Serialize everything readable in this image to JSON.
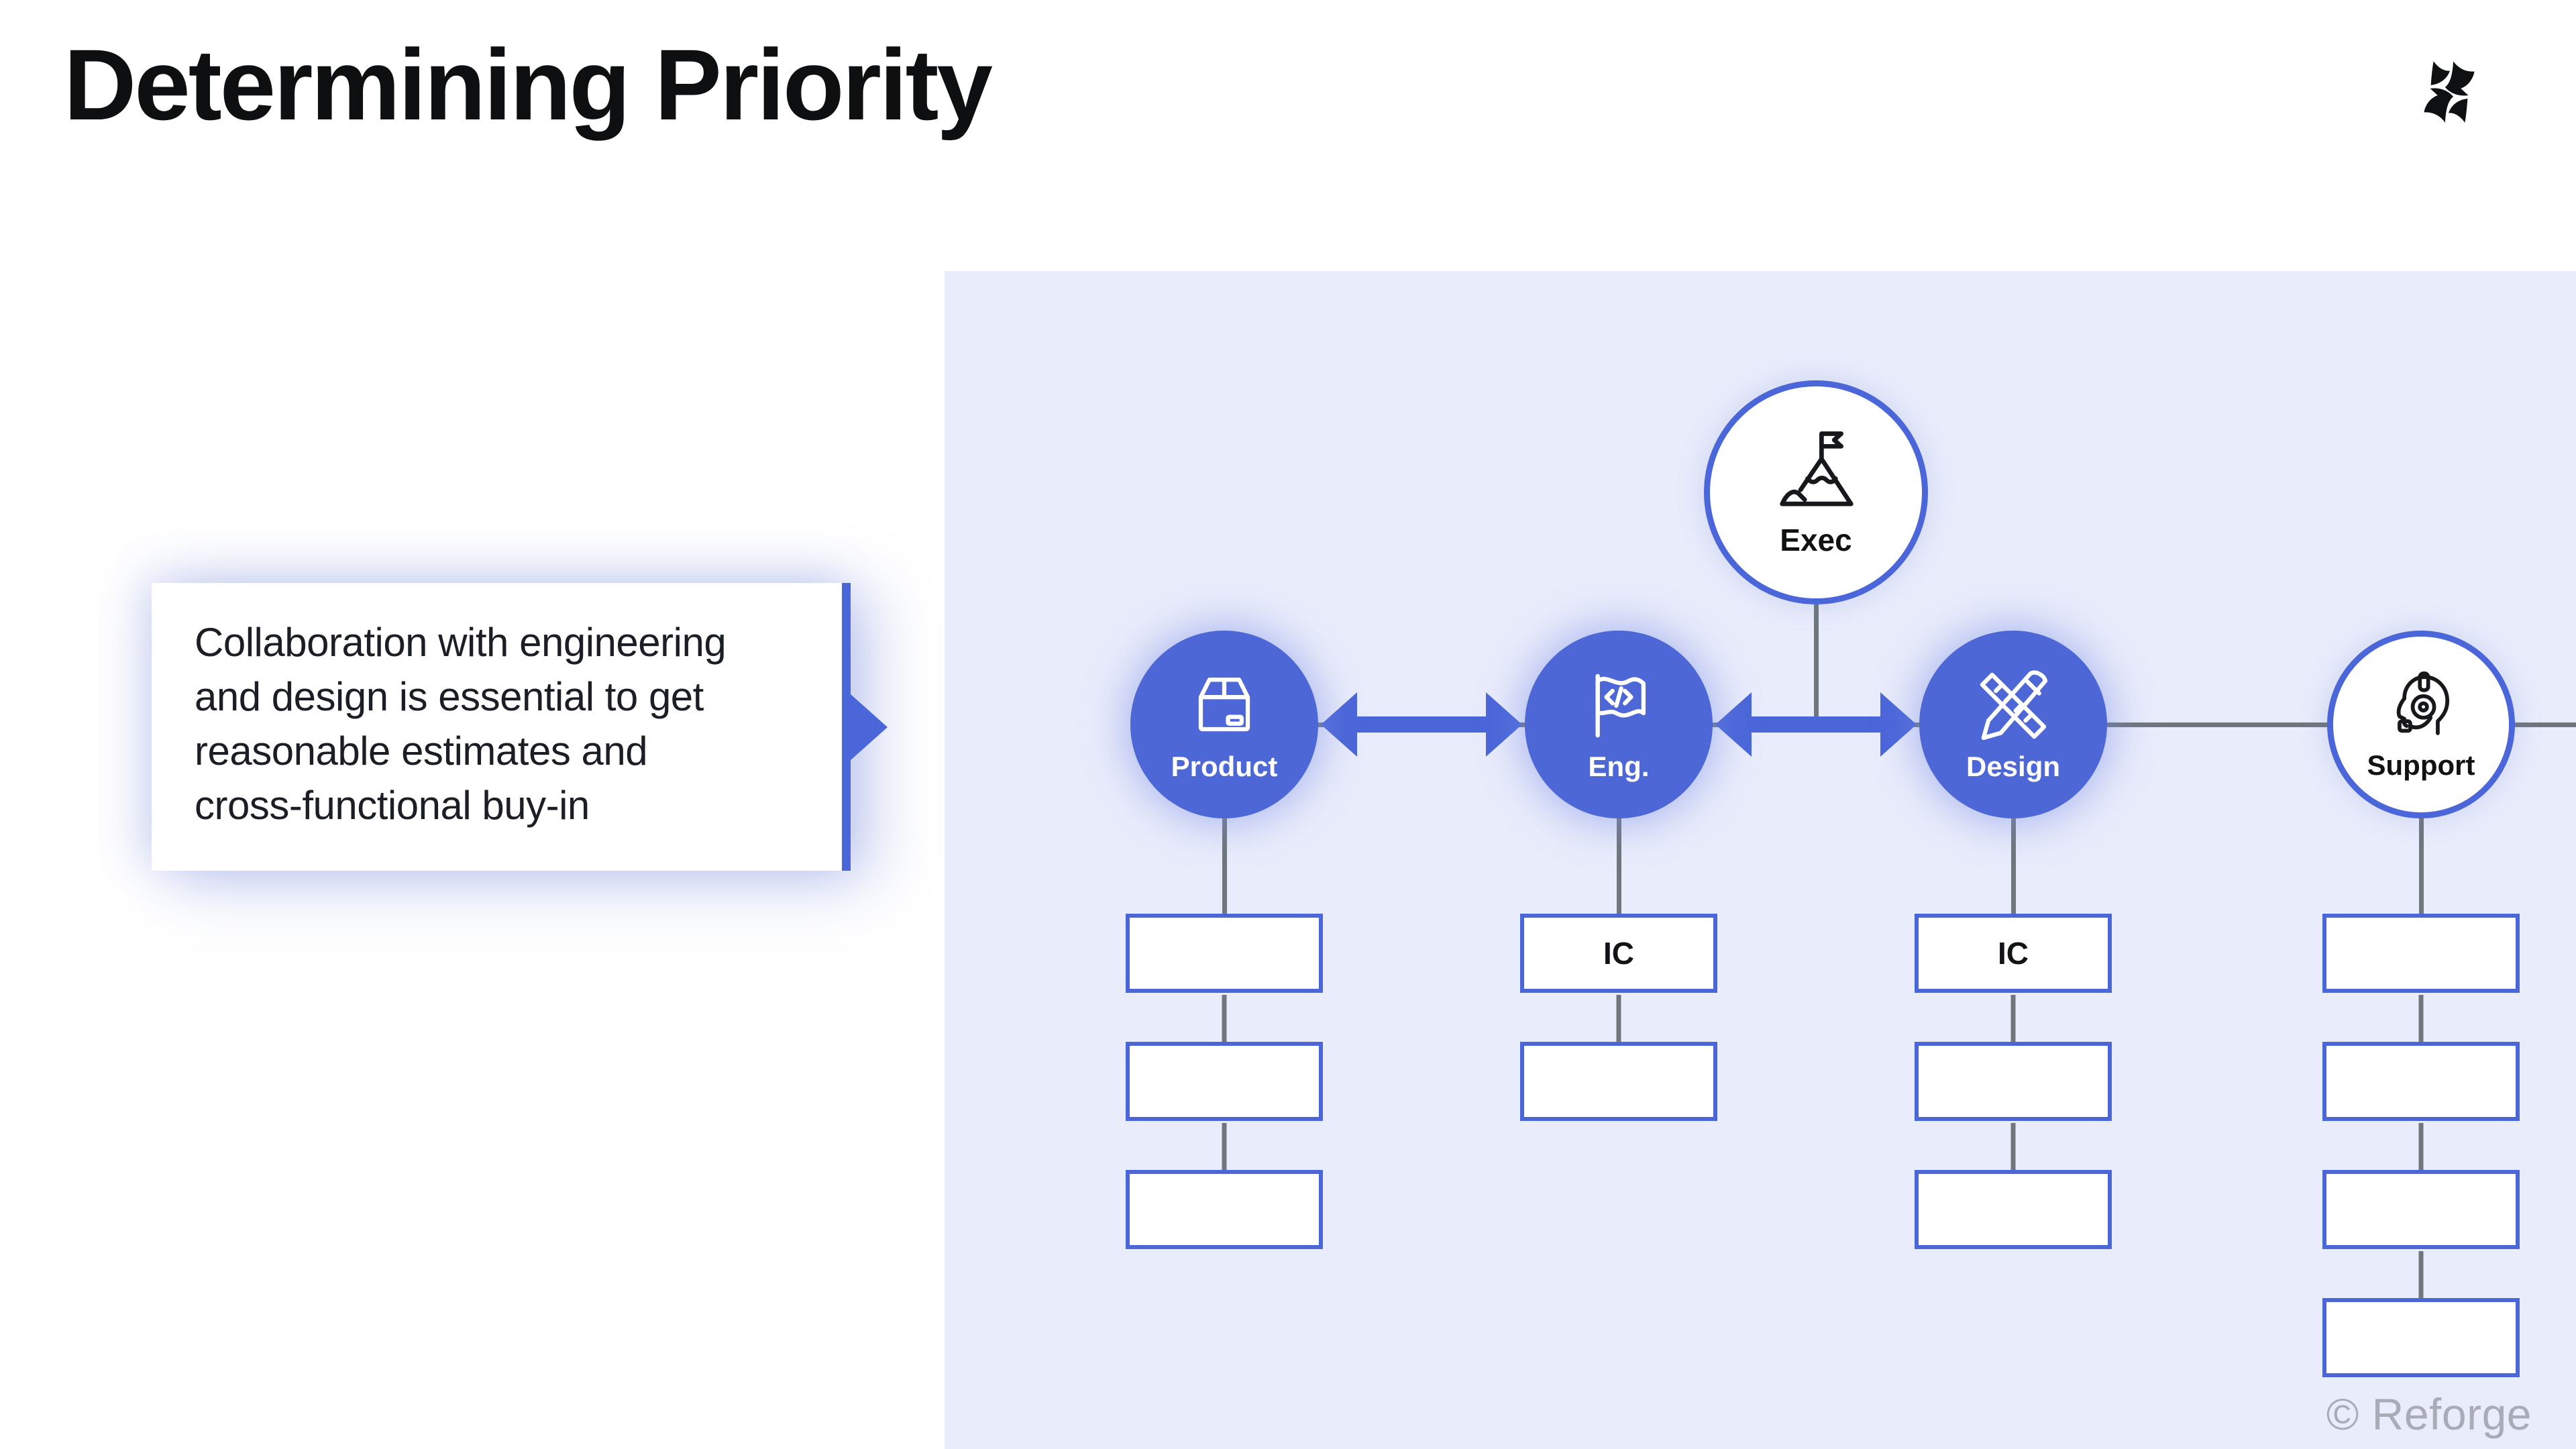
{
  "header": {
    "title": "Determining Priority",
    "logo": "reforge-logo"
  },
  "callout": {
    "lines": [
      "Collaboration with engineering",
      "and design is essential to get",
      "reasonable estimates and",
      "cross-functional buy-in"
    ]
  },
  "diagram": {
    "nodes": [
      {
        "key": "exec",
        "label": "Exec",
        "icon": "mountain-flag-icon",
        "style": "outline"
      },
      {
        "key": "product",
        "label": "Product",
        "icon": "package-icon",
        "style": "filled"
      },
      {
        "key": "eng",
        "label": "Eng.",
        "icon": "code-flag-icon",
        "style": "filled"
      },
      {
        "key": "design",
        "label": "Design",
        "icon": "pencil-ruler-icon",
        "style": "filled"
      },
      {
        "key": "support",
        "label": "Support",
        "icon": "headset-icon",
        "style": "outline"
      }
    ],
    "columns": [
      {
        "key": "product",
        "boxes": [
          "",
          "",
          ""
        ]
      },
      {
        "key": "eng",
        "boxes": [
          "IC",
          ""
        ]
      },
      {
        "key": "design",
        "boxes": [
          "IC",
          "",
          ""
        ]
      },
      {
        "key": "support",
        "boxes": [
          "",
          "",
          "",
          ""
        ]
      }
    ],
    "arrows": [
      {
        "between": [
          "product",
          "eng"
        ],
        "direction": "both"
      },
      {
        "between": [
          "eng",
          "design"
        ],
        "direction": "both"
      }
    ]
  },
  "watermark": {
    "text": "© Reforge"
  },
  "colors": {
    "accent_blue": "#4a66d8",
    "circle_fill": "#4e67d6",
    "panel_lavender": "#e9ecfb",
    "connector_gray": "#6f767c",
    "title_black": "#0e0f10",
    "watermark_gray": "#a9abb7"
  }
}
